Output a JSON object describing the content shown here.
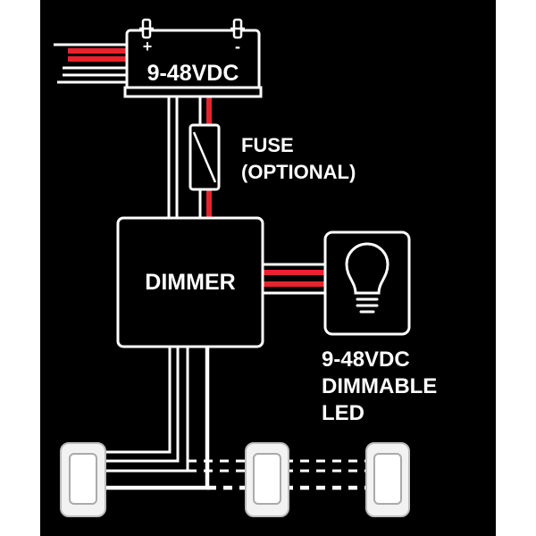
{
  "power_supply": {
    "plus": "+",
    "minus": "-",
    "voltage": "9-48VDC"
  },
  "fuse": {
    "line1": "FUSE",
    "line2": "(OPTIONAL)"
  },
  "dimmer": {
    "label": "DIMMER"
  },
  "led": {
    "line1": "9-48VDC",
    "line2": "DIMMABLE",
    "line3": "LED"
  },
  "colors": {
    "background": "#000000",
    "wire_red": "#e8232b",
    "wire_white": "#ffffff",
    "switch_face": "#f2f2f2"
  },
  "icons": [
    "lightbulb-icon"
  ]
}
